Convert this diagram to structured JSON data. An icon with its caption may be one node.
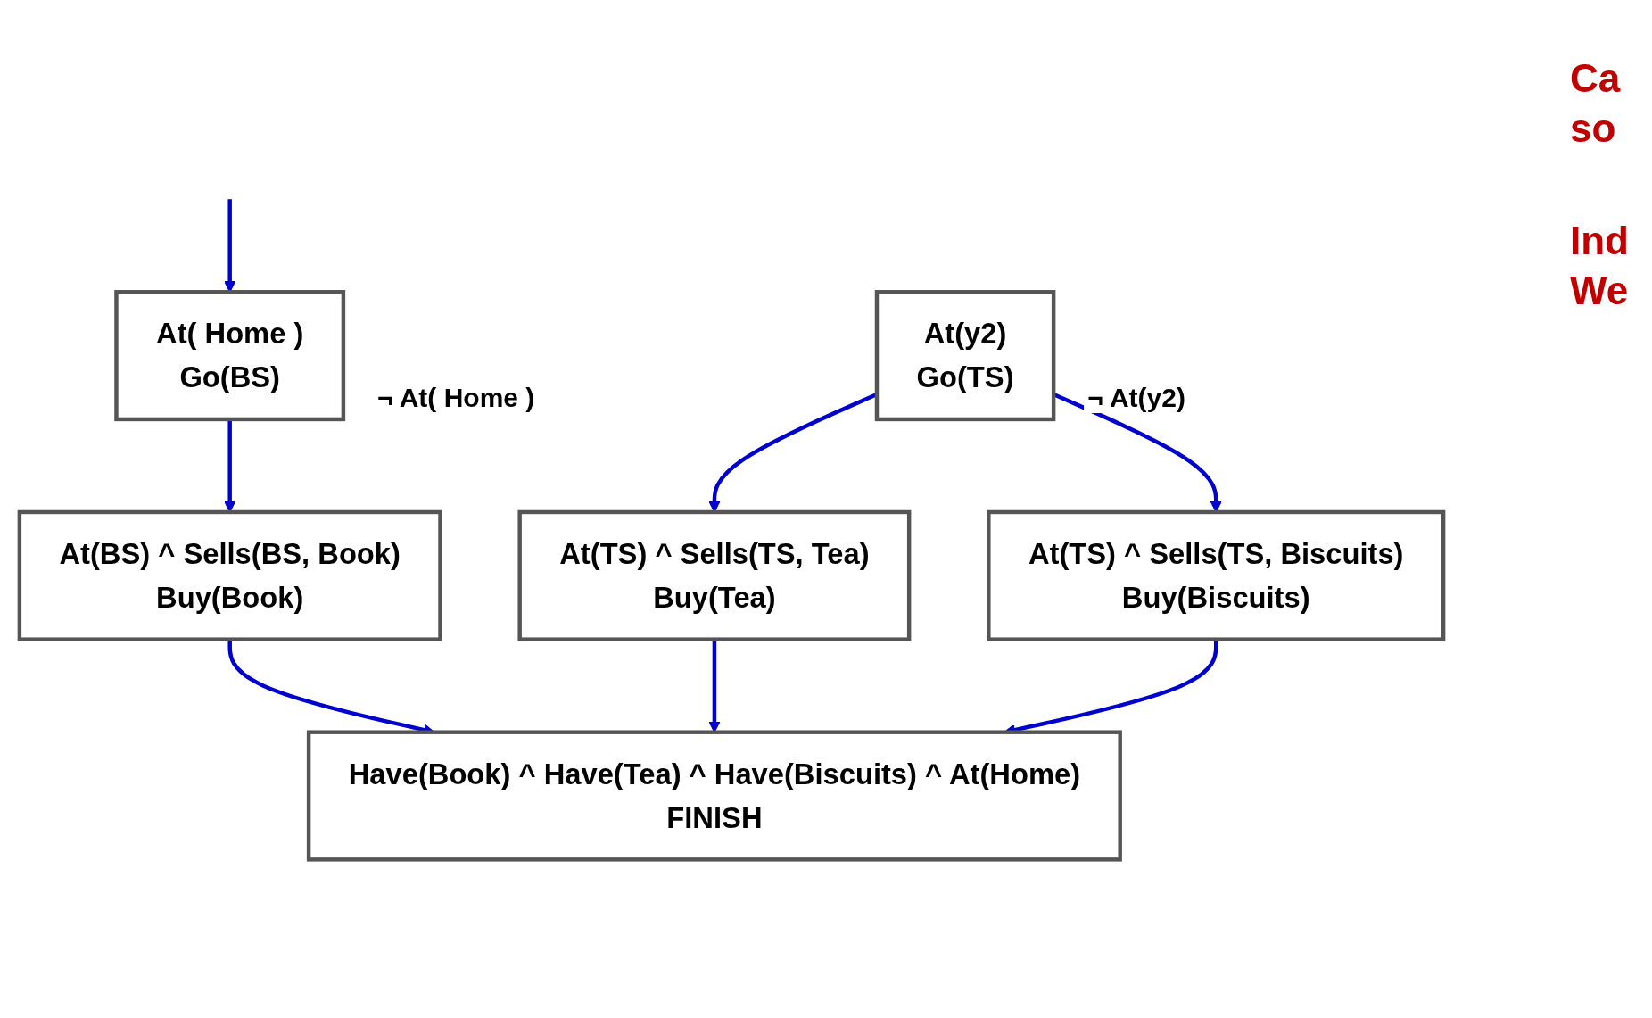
{
  "diagram": {
    "nodes": [
      {
        "text": [
          "At( Home )",
          "Go(BS)"
        ],
        "beside": [
          "¬ At( Home )"
        ]
      },
      {
        "text": [
          "At(y2)",
          "Go(TS)"
        ],
        "beside": [
          "¬ At(y2)"
        ]
      },
      {
        "text": [
          "At(BS) ^ Sells(BS, Book)",
          "Buy(Book)"
        ]
      },
      {
        "text": [
          "At(TS) ^ Sells(TS, Tea)",
          "Buy(Tea)"
        ]
      },
      {
        "text": [
          "At(TS) ^ Sells(TS, Biscuits)",
          "Buy(Biscuits)"
        ]
      },
      {
        "text": [
          "Have(Book) ^ Have(Tea) ^ Have(Biscuits) ^ At(Home)",
          "FINISH"
        ]
      }
    ],
    "edges": [
      {
        "from": null,
        "to": 0,
        "arrow": "to"
      },
      {
        "from": 0,
        "to": 2,
        "arrow": "to"
      },
      {
        "from": 1,
        "to": 3,
        "arrow": "to"
      },
      {
        "from": 1,
        "to": 4,
        "arrow": "to"
      },
      {
        "from": 2,
        "to": 5,
        "arrow": "to"
      },
      {
        "from": 3,
        "to": 5,
        "arrow": "to"
      },
      {
        "from": 4,
        "to": 5,
        "arrow": "to"
      }
    ],
    "labels": [
      "Ca",
      "so",
      "Ind",
      "We"
    ]
  }
}
